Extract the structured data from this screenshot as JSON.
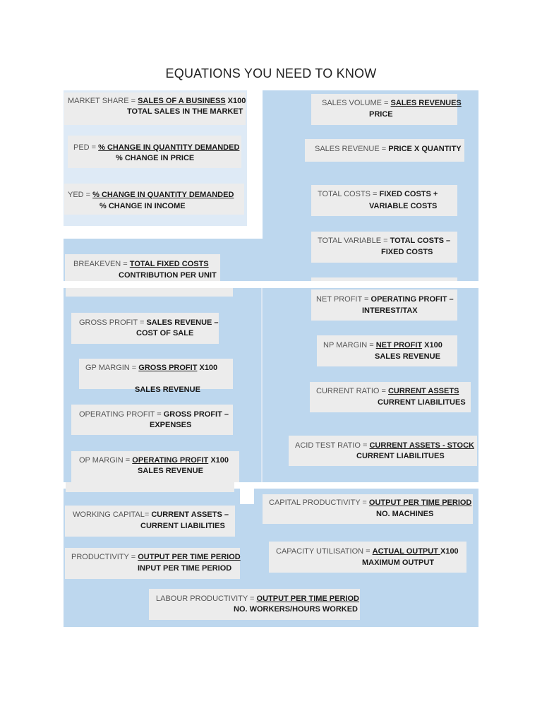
{
  "title": "EQUATIONS YOU NEED TO KNOW",
  "colors": {
    "light_panel": "#deeaf6",
    "blue_panel": "#bdd7ee",
    "box": "#ececec"
  },
  "equations": [
    {
      "label": "MARKET SHARE = ",
      "line1": "SALES OF A BUSINESS",
      "underline": true,
      "suffix": " X100",
      "line2": "TOTAL SALES IN THE MARKET"
    },
    {
      "label": "PED = ",
      "line1": "% CHANGE IN QUANTITY DEMANDED",
      "underline": true,
      "suffix": "",
      "line2": "% CHANGE IN PRICE"
    },
    {
      "label": "YED = ",
      "line1": "% CHANGE IN QUANTITY DEMANDED",
      "underline": true,
      "suffix": "",
      "line2": "% CHANGE IN INCOME"
    },
    {
      "label": "BREAKEVEN = ",
      "line1": "TOTAL FIXED COSTS",
      "underline": true,
      "suffix": "",
      "line2": "CONTRIBUTION PER UNIT"
    },
    {
      "label": "SALES VOLUME = ",
      "line1": "SALES REVENUES",
      "underline": true,
      "suffix": "",
      "line2": "PRICE"
    },
    {
      "label": "SALES REVENUE = ",
      "line1": "PRICE X QUANTITY",
      "underline": false,
      "suffix": "",
      "line2": ""
    },
    {
      "label": "TOTAL COSTS = ",
      "line1": "FIXED COSTS +",
      "underline": false,
      "suffix": "",
      "line2": "VARIABLE COSTS"
    },
    {
      "label": "TOTAL VARIABLE = ",
      "line1": "TOTAL COSTS –",
      "underline": false,
      "suffix": "",
      "line2": "FIXED COSTS"
    },
    {
      "label": "NET PROFIT = ",
      "line1": "OPERATING PROFIT –",
      "underline": false,
      "suffix": "",
      "line2": "INTEREST/TAX"
    },
    {
      "label": "NP MARGIN = ",
      "line1": "NET PROFIT",
      "underline": true,
      "suffix": " X100",
      "line2": "SALES REVENUE"
    },
    {
      "label": "GROSS PROFIT = ",
      "line1": "SALES REVENUE –",
      "underline": false,
      "suffix": "",
      "line2": "COST OF SALE"
    },
    {
      "label": "GP MARGIN = ",
      "line1": "GROSS PROFIT",
      "underline": true,
      "suffix": " X100",
      "line2": "SALES REVENUE"
    },
    {
      "label": "CURRENT RATIO = ",
      "line1": "CURRENT ASSETS",
      "underline": true,
      "suffix": "",
      "line2": "CURRENT LIABILITUES"
    },
    {
      "label": "OPERATING PROFIT = ",
      "line1": "GROSS PROFIT –",
      "underline": false,
      "suffix": "",
      "line2": "EXPENSES"
    },
    {
      "label": "ACID TEST RATIO = ",
      "line1": "CURRENT ASSETS - STOCK",
      "underline": true,
      "suffix": "",
      "line2": "CURRENT LIABILITUES"
    },
    {
      "label": "OP MARGIN = ",
      "line1": "OPERATING PROFIT",
      "underline": true,
      "suffix": " X100",
      "line2": "SALES REVENUE"
    },
    {
      "label": "CAPITAL PRODUCTIVITY = ",
      "line1": "OUTPUT PER TIME PERIOD",
      "underline": true,
      "suffix": "",
      "line2": "NO. MACHINES"
    },
    {
      "label": "WORKING CAPITAL= ",
      "line1": "CURRENT ASSETS –",
      "underline": false,
      "suffix": "",
      "line2": "CURRENT LIABILITIES"
    },
    {
      "label": "CAPACITY UTILISATION = ",
      "line1": "ACTUAL OUTPUT ",
      "underline": true,
      "suffix": "X100",
      "line2": "MAXIMUM OUTPUT"
    },
    {
      "label": "PRODUCTIVITY = ",
      "line1": "OUTPUT PER TIME PERIOD",
      "underline": true,
      "suffix": "",
      "line2": "INPUT PER TIME PERIOD"
    },
    {
      "label": "LABOUR PRODUCTIVITY = ",
      "line1": "OUTPUT PER TIME PERIOD",
      "underline": true,
      "suffix": "",
      "line2": "NO. WORKERS/HOURS WORKED"
    }
  ]
}
